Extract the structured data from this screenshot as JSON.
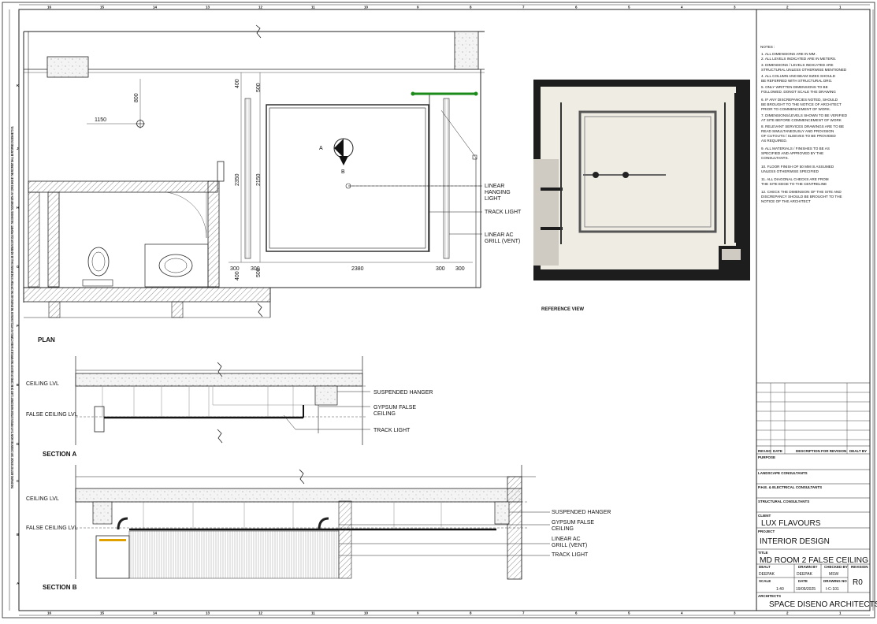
{
  "sheet": {
    "top_ruler": [
      "16",
      "15",
      "14",
      "13",
      "12",
      "11",
      "10",
      "9",
      "8",
      "7",
      "6",
      "5",
      "4",
      "3",
      "2",
      "1"
    ],
    "side_ruler": [
      "K",
      "J",
      "H",
      "G",
      "F",
      "E",
      "D",
      "C",
      "B",
      "A"
    ],
    "side_note": "THIS DRAWING MUST NOT WITHOUT OUR CONSENT BE SHOWN TO ANY PERSON OUTSIDE THE RECIPIENT CLIENT OR BE COPIED OR USED FOR THE PURPOSE OF MANUFACTURING ANY ARTICLE SHOWN IN THE DRAWING AND THE COPYRIGHT IN THE DRAWING SHALL BE AND REMAIN OUR SOLE PROPERTY. THIS DRAWING TOGETHER WITH ANY COPIES MADE BY THE RECIPIENT SHALL BE RETURNED ON DEMAND TO US."
  },
  "plan": {
    "title": "PLAN",
    "dims": {
      "d1150": "1150",
      "d800": "800",
      "d400": "400",
      "d500top": "500",
      "d2350": "2350",
      "d2150": "2150",
      "d300a": "300",
      "d300b": "300",
      "d500bot": "500",
      "d400bot": "400",
      "d2380": "2380",
      "d300c": "300",
      "d300d": "300"
    },
    "marker_a": "A",
    "marker_b": "B",
    "labels": {
      "linear_hanging_1": "LINEAR",
      "linear_hanging_2": "HANGING",
      "linear_hanging_3": "LIGHT",
      "track_light": "TRACK LIGHT",
      "linear_ac_1": "LINEAR AC",
      "linear_ac_2": "GRILL (VENT)"
    }
  },
  "reference": {
    "title": "REFERENCE VIEW"
  },
  "section_a": {
    "title": "SECTION A",
    "ceiling_lvl": "CEILING LVL",
    "false_ceiling_lvl": "FALSE CEILING LVL",
    "suspended_hanger": "SUSPENDED HANGER",
    "gypsum_1": "GYPSUM FALSE",
    "gypsum_2": "CEILING",
    "track_light": "TRACK LIGHT"
  },
  "section_b": {
    "title": "SECTION B",
    "ceiling_lvl": "CEILING LVL",
    "false_ceiling_lvl": "FALSE CEILING LVL",
    "suspended_hanger": "SUSPENDED HANGER",
    "gypsum_1": "GYPSUM FALSE",
    "gypsum_2": "CEILING",
    "linear_ac_1": "LINEAR AC",
    "linear_ac_2": "GRILL (VENT)",
    "track_light": "TRACK LIGHT"
  },
  "notes": {
    "heading": "NOTES :",
    "lines": [
      "1. ALL DIMENSIONS ARE IN MM .",
      "2. ALL LEVELS INDICATED ARE IN METERS.",
      "3. DIMENSIONS / LEVELS INDICATED ARE",
      "   STRUCTURAL UNLESS  OTHERWISE MENTIONED",
      "4. ALL COLUMN AND BEAM SIZES SHOULD",
      "   BE REFERRED WITH STRUCTURAL DRG.",
      "5. ONLY WRITTEN DIMENSIONS TO BE",
      "   FOLLOWED. DONOT  SCALE THE DRAWING",
      "6. IF ANY DISCREPANCIES NOTED, SHOULD",
      "   BE BROUGHT TO THE NOTICE OF ARCHITECT",
      "   PRIOR TO COMMENCEMENT OF WORK.",
      "7. DIMENSIONS/LEVELS SHOWN TO BE VERIFIED",
      "   AT SITE BEFORE COMMENCEMENT OF WORK",
      "8. RELEVANT SERVICES DRAWINGS ARE TO BE",
      "   READ  SIMULTANEOUSLY AND PROVISION",
      "   OF CUTOUTS / SLEEVES  TO BE PROVIDED",
      "   AS REQUIRED.",
      "9. ALL MATERIALS / FINISHES TO BE AS",
      "   SPECIFIED AND  APPROVED BY THE",
      "   CONSULTANTS.",
      "10. FLOOR FINISH OF 50 MM IS ASSUMED",
      "    UNLESS OTHERWISE SPECIFIED",
      "11. ALL DIAGONAL CHECKS ARE FROM",
      "    THE SITE EDGE TO THE CENTRELINE",
      "12. CHECK THE DIMENSION OF THE SITE AND",
      "    DISCREPANCY  SHOULD BE BROUGHT TO THE",
      "    NOTICE  OF THE ARCHITECT"
    ]
  },
  "title_block": {
    "rev_no": "REV.NO",
    "date": "DATE",
    "desc": "DESCRIPTION FOR REVISION",
    "dealt_by": "DEALT BY",
    "purpose": "PURPOSE",
    "landscape": "LANDSCAPE CONSULTANTS",
    "phe": "P.H.E. & ELECTRICAL CONSULTANTS",
    "structural": "STRUCTURAL CONSULTANTS",
    "client_label": "CLIENT",
    "client": "LUX FLAVOURS",
    "project_label": "PROJECT",
    "project": "INTERIOR DESIGN",
    "title_label": "TITLE",
    "title": "MD ROOM 2  FALSE CEILING",
    "drawn_by_label": "DRAWN BY",
    "checked_by_label": "CHECKED BY",
    "revision_label": "REVISION",
    "dealt_label": "DEALT",
    "dealt_value": "DEEPAK",
    "drawn_value": "DEEPAK",
    "checked_value": "MSW",
    "revision_value": "R0",
    "scale_label": "SCALE",
    "date_label": "DATE",
    "drawing_no_label": "DRAWING NO",
    "scale_value": "1:40",
    "date_value": "19/05/2025",
    "drawing_no_value": "I-C-101",
    "architects_label": "ARCHITECTS",
    "architects": "SPACE DISENO ARCHITECTS"
  }
}
